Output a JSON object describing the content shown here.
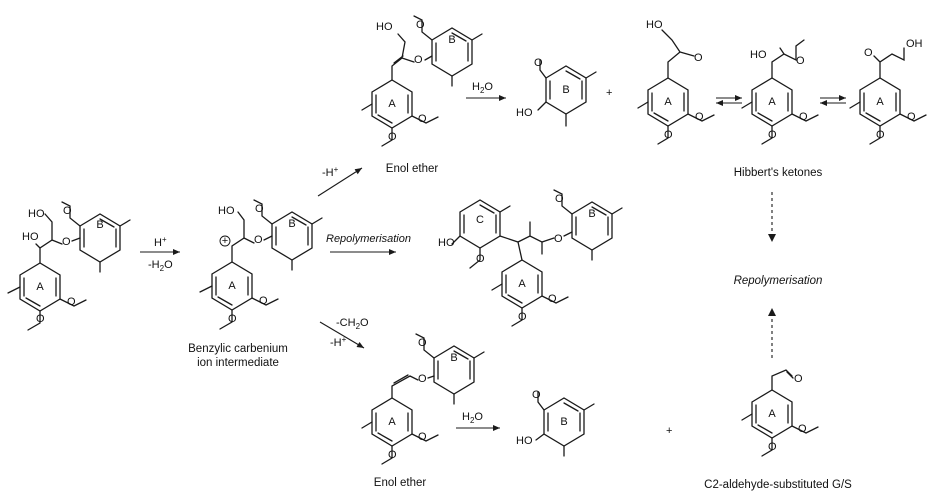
{
  "labels": {
    "ho": "HO",
    "oh": "OH",
    "o": "O",
    "ring_a": "A",
    "ring_b": "B",
    "ring_c": "C",
    "plus": "+",
    "charge": "+"
  },
  "reagents": {
    "acid_top": "H",
    "acid_sup": "+",
    "water_loss_pre": "-H",
    "water_loss_sub": "2",
    "water_loss_post": "O",
    "deprot_pre": "-H",
    "deprot_sup": "+",
    "hydrolysis_pre": "H",
    "hydrolysis_sub": "2",
    "hydrolysis_post": "O",
    "formaldehyde_pre": "-CH",
    "formaldehyde_sub": "2",
    "formaldehyde_post": "O",
    "repolymerisation": "Repolymerisation"
  },
  "captions": {
    "enol_ether_top": "Enol ether",
    "enol_ether_bottom": "Enol ether",
    "carbenium_line1": "Benzylic carbenium",
    "carbenium_line2": "ion intermediate",
    "hibberts": "Hibbert's ketones",
    "repolymerisation_right": "Repolymerisation",
    "aldehyde": "C2-aldehyde-substituted G/S"
  }
}
